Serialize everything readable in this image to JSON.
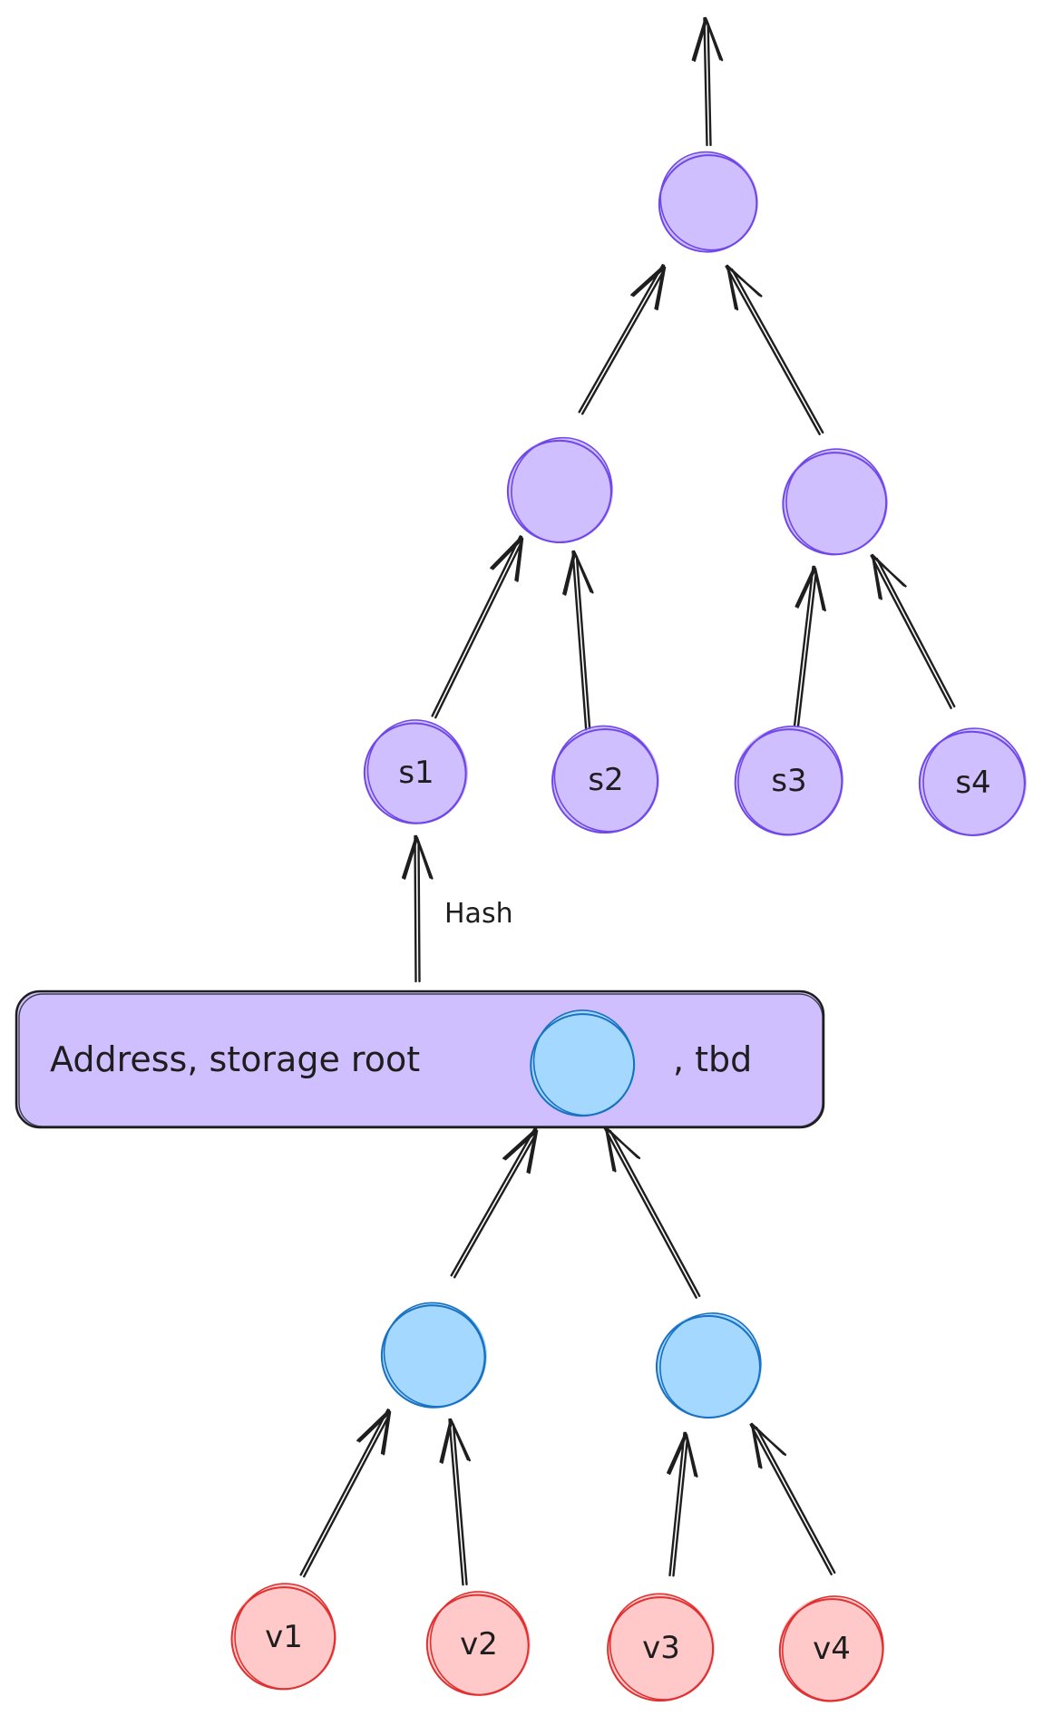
{
  "title": "Account state trie with nested storage trie",
  "colors": {
    "account_fill": "#d0bfff",
    "account_stroke": "#7048e8",
    "storage_fill": "#a5d8ff",
    "storage_stroke": "#1971c2",
    "value_fill": "#ffc9c9",
    "value_stroke": "#e03131",
    "ink": "#1e1e1e"
  },
  "nodes": [
    {
      "id": "account-root",
      "label": "",
      "kind": "account"
    },
    {
      "id": "account-branch-left",
      "label": "",
      "kind": "account"
    },
    {
      "id": "account-branch-right",
      "label": "",
      "kind": "account"
    },
    {
      "id": "s1",
      "label": "s1",
      "kind": "account"
    },
    {
      "id": "s2",
      "label": "s2",
      "kind": "account"
    },
    {
      "id": "s3",
      "label": "s3",
      "kind": "account"
    },
    {
      "id": "s4",
      "label": "s4",
      "kind": "account"
    },
    {
      "id": "storage-root",
      "label": "",
      "kind": "storage"
    },
    {
      "id": "storage-branch-left",
      "label": "",
      "kind": "storage"
    },
    {
      "id": "storage-branch-right",
      "label": "",
      "kind": "storage"
    },
    {
      "id": "v1",
      "label": "v1",
      "kind": "value"
    },
    {
      "id": "v2",
      "label": "v2",
      "kind": "value"
    },
    {
      "id": "v3",
      "label": "v3",
      "kind": "value"
    },
    {
      "id": "v4",
      "label": "v4",
      "kind": "value"
    }
  ],
  "edges": [
    {
      "from": "account-root",
      "to": "up",
      "label": ""
    },
    {
      "from": "account-branch-left",
      "to": "account-root",
      "label": ""
    },
    {
      "from": "account-branch-right",
      "to": "account-root",
      "label": ""
    },
    {
      "from": "s1",
      "to": "account-branch-left",
      "label": ""
    },
    {
      "from": "s2",
      "to": "account-branch-left",
      "label": ""
    },
    {
      "from": "s3",
      "to": "account-branch-right",
      "label": ""
    },
    {
      "from": "s4",
      "to": "account-branch-right",
      "label": ""
    },
    {
      "from": "account-record",
      "to": "s1",
      "label": "Hash"
    },
    {
      "from": "storage-branch-left",
      "to": "storage-root",
      "label": ""
    },
    {
      "from": "storage-branch-right",
      "to": "storage-root",
      "label": ""
    },
    {
      "from": "v1",
      "to": "storage-branch-left",
      "label": ""
    },
    {
      "from": "v2",
      "to": "storage-branch-left",
      "label": ""
    },
    {
      "from": "v3",
      "to": "storage-branch-right",
      "label": ""
    },
    {
      "from": "v4",
      "to": "storage-branch-right",
      "label": ""
    }
  ],
  "account_record": {
    "text_before": "Address, storage root",
    "text_after": ", tbd"
  },
  "hash_label": "Hash"
}
